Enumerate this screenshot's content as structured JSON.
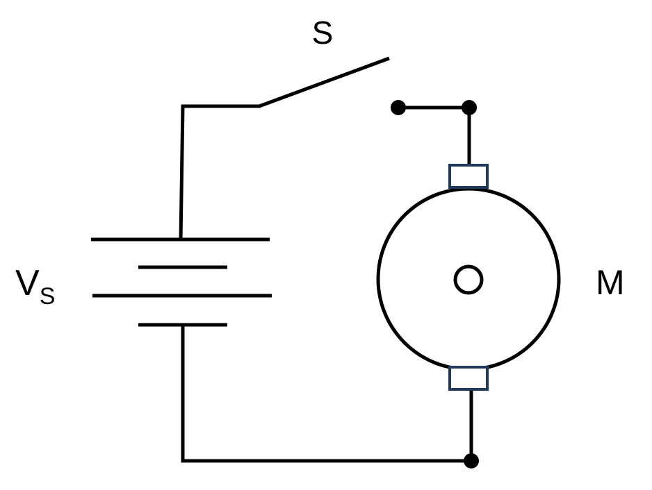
{
  "labels": {
    "switch": "S",
    "source_main": "V",
    "source_sub": "S",
    "motor": "M"
  },
  "colors": {
    "wire": "#000000",
    "brush_stroke": "#1f3a5a",
    "brush_fill": "#ffffff",
    "background": "#ffffff"
  },
  "icons": {
    "battery": "battery-icon",
    "switch": "open-switch-icon",
    "motor": "dc-motor-icon"
  }
}
